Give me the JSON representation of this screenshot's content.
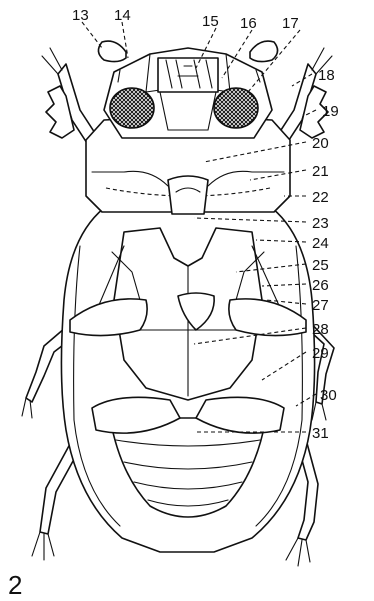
{
  "figure_number": "2",
  "labels": [
    "13",
    "14",
    "15",
    "16",
    "17",
    "18",
    "19",
    "20",
    "21",
    "22",
    "23",
    "24",
    "25",
    "26",
    "27",
    "28",
    "29",
    "30",
    "31"
  ]
}
